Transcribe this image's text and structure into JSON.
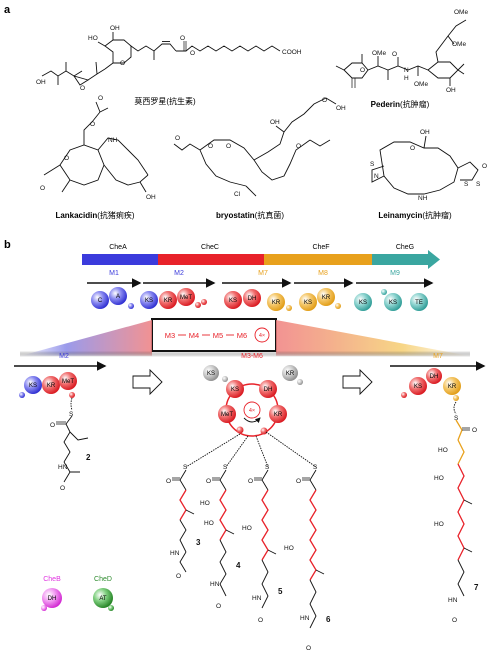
{
  "panel_a": {
    "label": "a",
    "compounds": [
      {
        "name": "莫西罗星(抗生素)",
        "bold": false
      },
      {
        "name": "Pederin(抗肿瘤)",
        "bold": true,
        "main": "Pederin",
        "paren": "(抗肿瘤)"
      },
      {
        "name": "Lankacidin(抗猪痢疾)",
        "bold": true,
        "main": "Lankacidin",
        "paren": "(抗猪痢疾)"
      },
      {
        "name": "bryostatin(抗真菌)",
        "bold": true,
        "main": "bryostatin",
        "paren": "(抗真菌)"
      },
      {
        "name": "Leinamycin(抗肿瘤)",
        "bold": true,
        "main": "Leinamycin",
        "paren": "(抗肿瘤)"
      }
    ],
    "atoms": [
      "OH",
      "HO",
      "O",
      "COOH",
      "OMe",
      "OMe",
      "OMe",
      "OMe",
      "O",
      "O",
      "N",
      "H",
      "OH",
      "O",
      "O",
      "O",
      "NH",
      "O",
      "O",
      "O",
      "O",
      "OH",
      "O",
      "O",
      "OH",
      "O",
      "O",
      "O",
      "Cl",
      "O",
      "OH",
      "O",
      "N",
      "S",
      "NH",
      "S",
      "S",
      "O",
      "O"
    ]
  },
  "panel_b": {
    "label": "b",
    "genes": [
      "CheA",
      "CheC",
      "CheF",
      "CheG"
    ],
    "modules": [
      "M1",
      "M2",
      "M7",
      "M8",
      "M9"
    ],
    "domains": {
      "row": [
        "C",
        "A",
        "KS",
        "KR",
        "MeT",
        "KS",
        "DH",
        "KR",
        "KS",
        "KR",
        "KS",
        "KS",
        "TE"
      ]
    },
    "box_chain": [
      "M3",
      "M4",
      "M5",
      "M6"
    ],
    "box_repeat": "4×",
    "left_module": "M2",
    "left_domains": [
      "KS",
      "KR",
      "MeT"
    ],
    "mid_module": "M3-M6",
    "mid_domains": [
      "KS",
      "KR",
      "DH",
      "KR",
      "MeT"
    ],
    "mid_repeat": "4×",
    "right_module": "M7",
    "right_domains": [
      "KS",
      "DH",
      "KR"
    ],
    "products": [
      "2",
      "3",
      "4",
      "5",
      "6",
      "7"
    ],
    "labels": [
      "O",
      "S",
      "HN",
      "O",
      "HO",
      "HO",
      "HO",
      "HO",
      "HN",
      "O"
    ],
    "trans": [
      {
        "gene": "CheB",
        "domain": "DH"
      },
      {
        "gene": "CheD",
        "domain": "AT"
      }
    ]
  },
  "colors": {
    "blue": "#3b3bdc",
    "red": "#e8222a",
    "orange": "#e8a11d",
    "teal": "#3aa6a0",
    "magenta": "#e033e0",
    "green": "#2e8b2e",
    "grey": "#9a9a9a"
  }
}
